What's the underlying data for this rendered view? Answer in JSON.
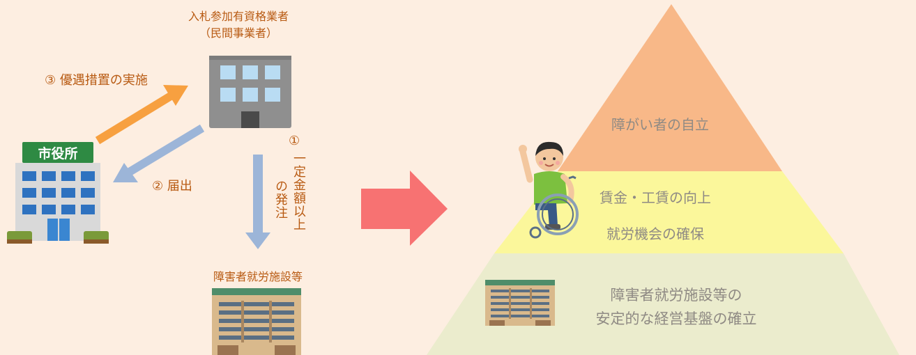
{
  "diagram": {
    "bidder_title_line1": "入札参加有資格業者",
    "bidder_title_line2": "（民間事業者）",
    "step3_label": "③ 優遇措置の実施",
    "step2_label": "② 届出",
    "step1_number": "①",
    "step1_text_a": "一定金額以上",
    "step1_text_b": "の発注",
    "city_hall_sign": "市役所",
    "facility_title": "障害者就労施設等"
  },
  "pyramid": {
    "top_label": "障がい者の自立",
    "middle_line1": "賃金・工賃の向上",
    "middle_line2": "就労機会の確保",
    "bottom_line1": "障害者就労施設等の",
    "bottom_line2": "安定的な経営基盤の確立"
  },
  "colors": {
    "background": "#fdeee1",
    "pyramid_top": "#f8b888",
    "pyramid_middle": "#fbf79b",
    "pyramid_bottom": "#ebeccd",
    "arrow_orange": "#f7a040",
    "arrow_blue": "#9cb5d8",
    "big_arrow": "#f77272",
    "label_text": "#b85a12"
  },
  "icons": [
    "office-building-icon",
    "city-hall-icon",
    "welfare-facility-icon",
    "wheelchair-person-icon"
  ]
}
